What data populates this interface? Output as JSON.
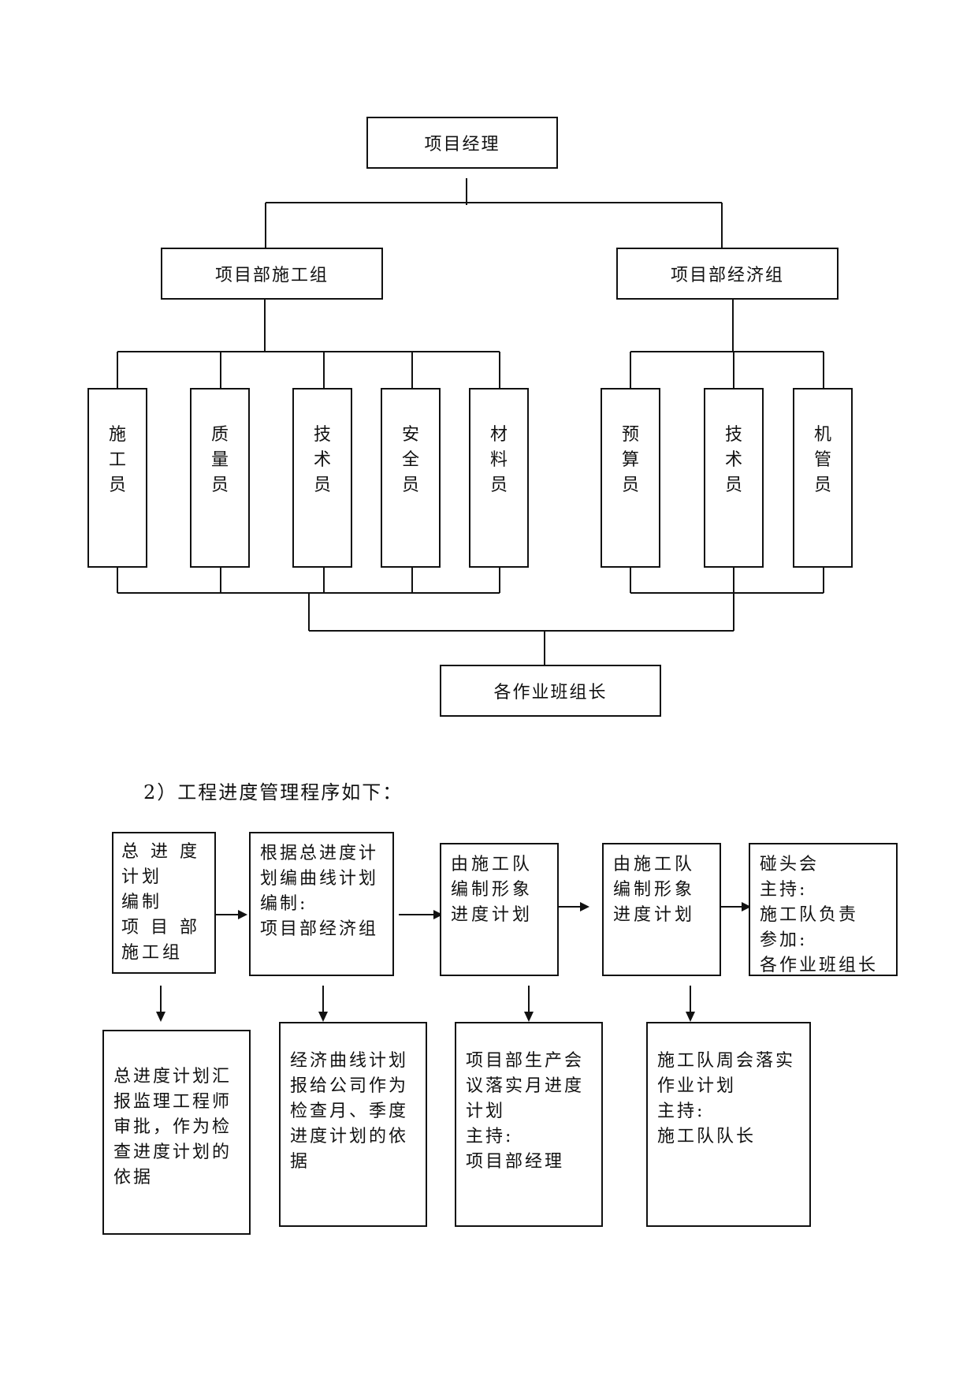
{
  "org_chart": {
    "top": "项目经理",
    "groups": [
      {
        "label": "项目部施工组",
        "members": [
          "施工员",
          "质量员",
          "技术员",
          "安全员",
          "材料员"
        ]
      },
      {
        "label": "项目部经济组",
        "members": [
          "预算员",
          "技术员",
          "机管员"
        ]
      }
    ],
    "bottom": "各作业班组长"
  },
  "section_title": "2）工程进度管理程序如下：",
  "process": {
    "steps": [
      "总 进 度\n计划\n编制\n项 目 部\n施工组",
      "根据总进度计\n划编曲线计划\n编制:\n项目部经济组",
      "由施工队\n编制形象\n进度计划",
      "由施工队\n编制形象\n进度计划",
      "碰头会\n主持:\n施工队负责\n参加:\n各作业班组长"
    ],
    "outcomes": [
      "总进度计划汇\n报监理工程师\n审批，作为检\n查进度计划的\n依据",
      "经济曲线计划\n报给公司作为\n检查月、季度\n进度计划的依\n据",
      "项目部生产会\n议落实月进度\n计划\n主持:\n项目部经理",
      "施工队周会落实\n作业计划\n主持:\n施工队队长"
    ]
  }
}
